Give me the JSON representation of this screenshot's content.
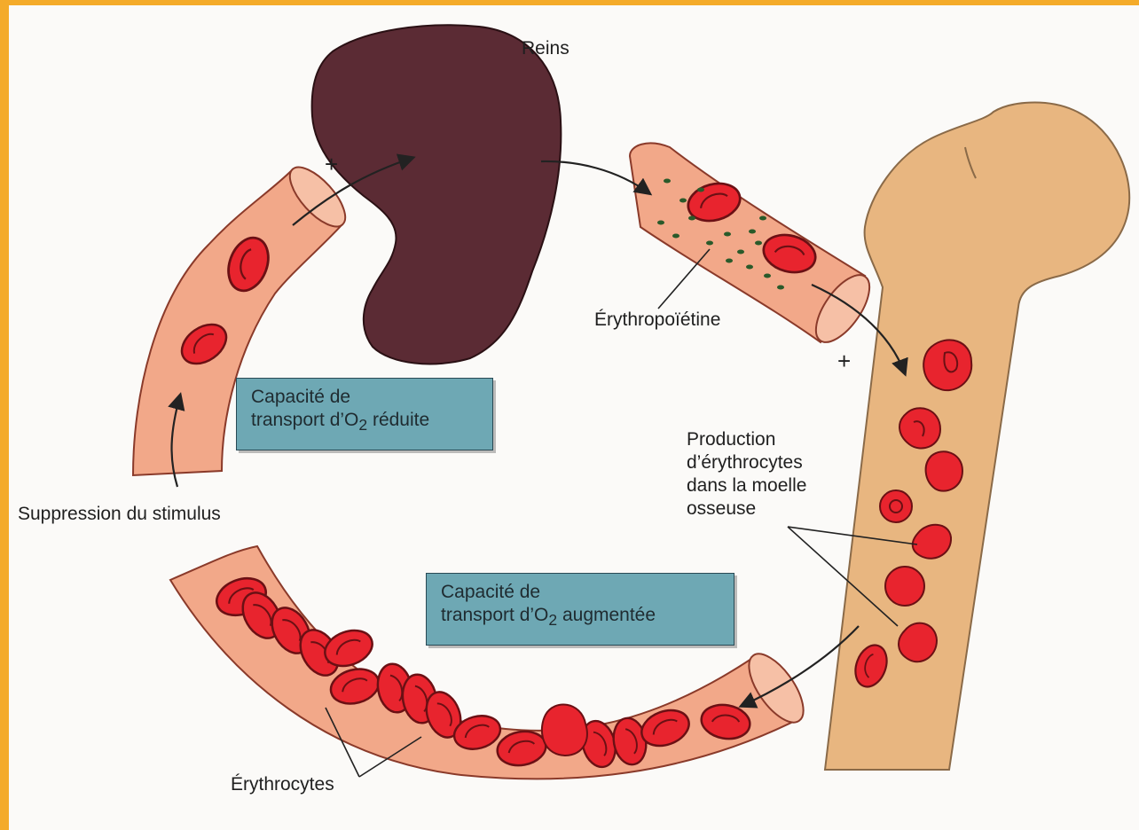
{
  "labels": {
    "kidney": "Reins",
    "epo": "Érythropoïétine",
    "production": [
      "Production",
      "d’érythrocytes",
      "dans la moelle",
      "osseuse"
    ],
    "stimulus_removal": "Suppression du stimulus",
    "erythrocytes": "Érythrocytes",
    "plus": "+"
  },
  "boxes": {
    "reduced": {
      "line1": "Capacité de",
      "line2_pre": "transport d’O",
      "line2_sub": "2",
      "line2_post": " réduite"
    },
    "increased": {
      "line1": "Capacité de",
      "line2_pre": "transport d’O",
      "line2_sub": "2",
      "line2_post": " augmentée"
    }
  },
  "colors": {
    "frame": "#f4ab2a",
    "vessel": "#f2a889",
    "bone": "#e8b680",
    "kidney": "#5b2b34",
    "cell": "#e8242e",
    "box": "#6ea8b4"
  }
}
